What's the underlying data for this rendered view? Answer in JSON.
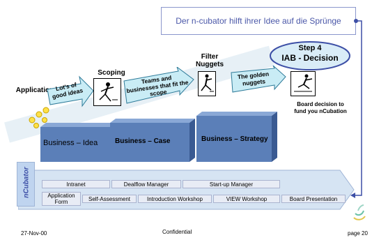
{
  "callout": {
    "text": "Der n-cubator hilft ihrer Idee auf die Sprünge"
  },
  "stages": {
    "application": "Application",
    "scoping": "Scoping",
    "filter": "Filter\nNuggets",
    "step4": "Step 4",
    "iab": "IAB - Decision",
    "board": "Board decision to fund you nCubation"
  },
  "arrows": {
    "good_ideas": "Lot's of good ideas",
    "teams": "Teams and businesses that fit the scope",
    "golden": "The golden nuggets"
  },
  "blocks": {
    "idea": "Business – Idea",
    "case": "Business – Case",
    "strategy": "Business – Strategy"
  },
  "ncubator": {
    "label": "nCubator",
    "row1": [
      "Intranet",
      "Dealflow Manager",
      "Start-up Manager"
    ],
    "row2": [
      "Application Form",
      "Self-Assessment",
      "Introduction Workshop",
      "VIEW Workshop",
      "Board Presentation"
    ]
  },
  "footer": {
    "date": "27-Nov-00",
    "confidential": "Confidential",
    "page": "page 20"
  },
  "colors": {
    "accent": "#4a57a8",
    "block_front": "#5b7fb8",
    "block_side": "#3a5a92",
    "arrow_fill": "#c9ecf5"
  }
}
